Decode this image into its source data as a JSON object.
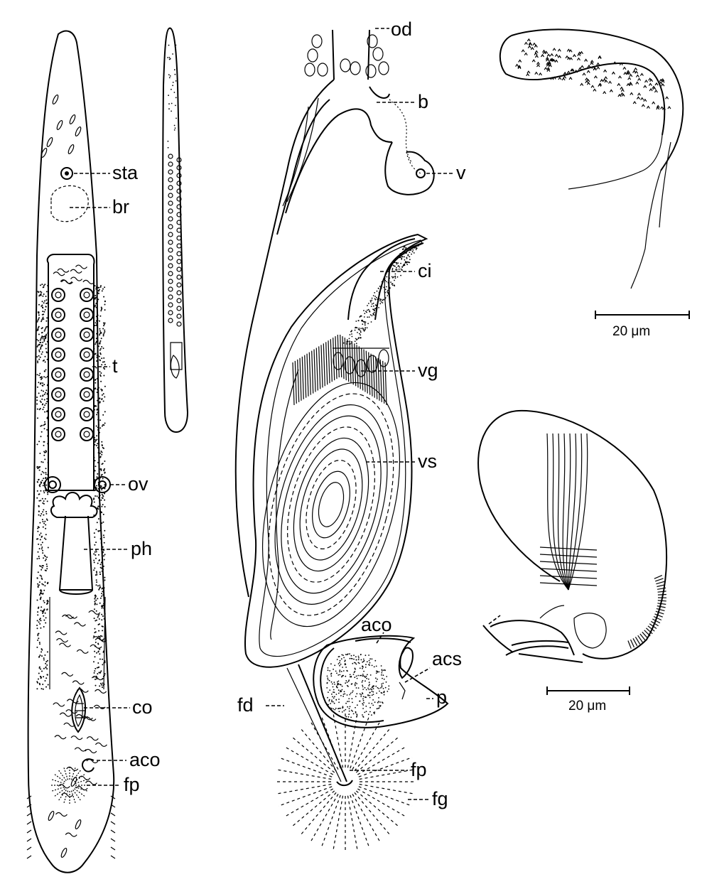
{
  "labels": {
    "od": "od",
    "b": "b",
    "v": "v",
    "sta": "sta",
    "br": "br",
    "ci": "ci",
    "vg": "vg",
    "t": "t",
    "vs": "vs",
    "ov": "ov",
    "ph": "ph",
    "aco_center": "aco",
    "acs": "acs",
    "p": "p",
    "co": "co",
    "fd": "fd",
    "aco_left": "aco",
    "fp_left": "fp",
    "fp_center": "fp",
    "fg": "fg"
  },
  "scale_bars": {
    "upper": "20 μm",
    "lower": "20 μm"
  }
}
